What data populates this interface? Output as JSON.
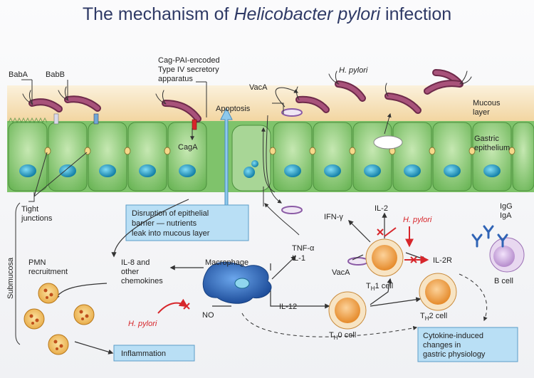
{
  "title": {
    "prefix": "The mechanism of ",
    "italic": "Helicobacter pylori",
    "suffix": " infection"
  },
  "labels": {
    "baba": "BabA",
    "babb": "BabB",
    "cagpai_1": "Cag-PAI-encoded",
    "cagpai_2": "Type IV secretory",
    "cagpai_3": "apparatus",
    "vaca_top": "VacA",
    "apoptosis": "Apoptosis",
    "hpylori_top": "H. pylori",
    "mucous_1": "Mucous",
    "mucous_2": "layer",
    "gastric_1": "Gastric",
    "gastric_2": "epithelium",
    "caga": "CagA",
    "tight_1": "Tight",
    "tight_2": "junctions",
    "disruption_1": "Disruption of epithelial",
    "disruption_2": "barrier — nutrients",
    "disruption_3": "leak into mucous layer",
    "submucosa": "Submucosa",
    "pmn_1": "PMN",
    "pmn_2": "recruitment",
    "il8_1": "IL-8 and",
    "il8_2": "other",
    "il8_3": "chemokines",
    "macrophage": "Macrophage",
    "tnf": "TNF-α",
    "il1": "IL-1",
    "ifn": "IFN-γ",
    "il2": "IL-2",
    "hpylori_mid": "H. pylori",
    "vaca_mid": "VacA",
    "th1": "T",
    "th1_sub": "H",
    "th1_suf": "1 cell",
    "il2r": "IL-2R",
    "th2": "T",
    "th2_sub": "H",
    "th2_suf": "2 cell",
    "th0": "T",
    "th0_sub": "H",
    "th0_suf": "0 cell",
    "il12": "IL-12",
    "hpylori_low": "H. pylori",
    "no": "NO",
    "inflammation": "Inflammation",
    "cytokine_1": "Cytokine-induced",
    "cytokine_2": "changes in",
    "cytokine_3": "gastric physiology",
    "igg": "IgG",
    "iga": "IgA",
    "bcell": "B cell"
  },
  "colors": {
    "title": "#2f3a66",
    "mucus": "#f3d9a8",
    "epithelium": "#7fc36b",
    "nucleus": "#1fa3c8",
    "bacterium": "#8a3a5a",
    "tcell": "#f0a04b",
    "bcell": "#c7a3d8",
    "macrophage": "#2f63b5",
    "box": "#b9dff5",
    "inhibit": "#d7262b"
  }
}
